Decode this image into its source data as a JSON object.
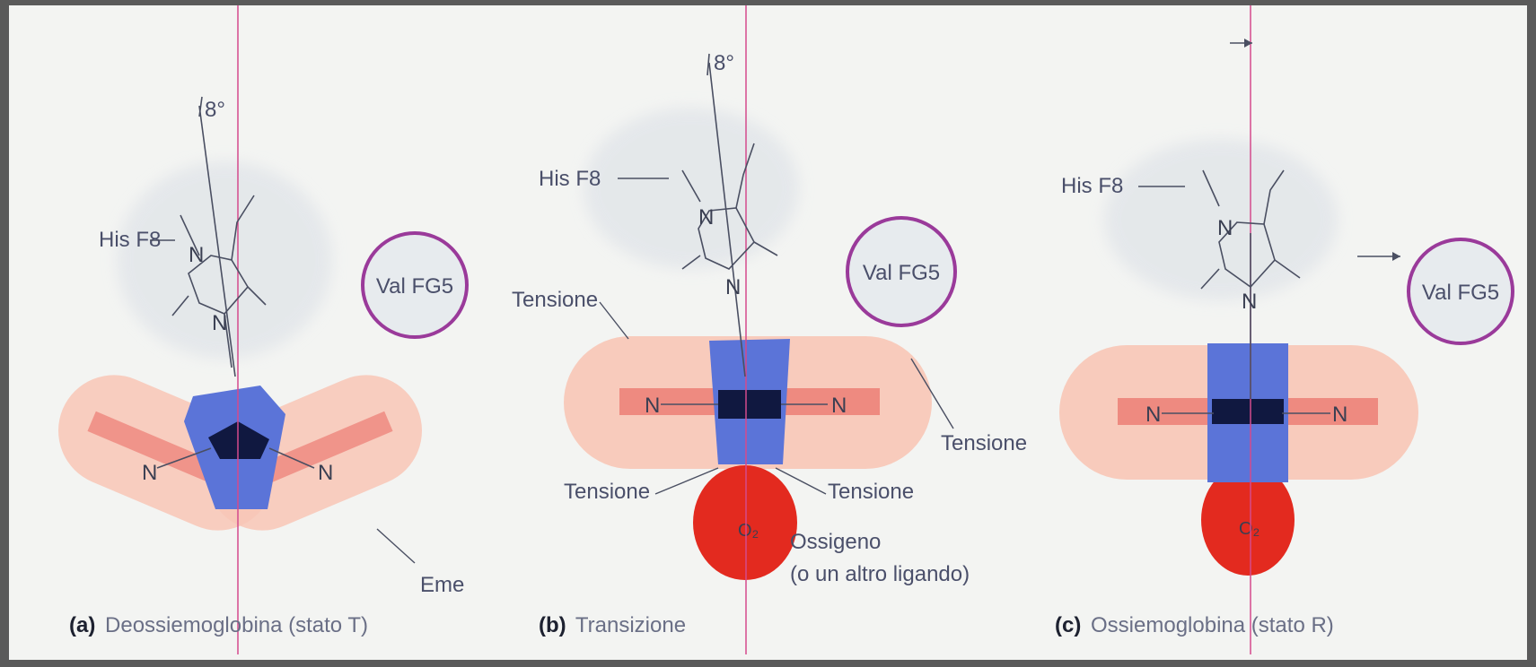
{
  "panels": [
    {
      "letter": "(a)",
      "title": "Deossiemoglobina (stato T)",
      "angle": "8°"
    },
    {
      "letter": "(b)",
      "title": "Transizione",
      "angle": "8°"
    },
    {
      "letter": "(c)",
      "title": "Ossiemoglobina (stato R)"
    }
  ],
  "labels": {
    "his": "His F8",
    "val": "Val FG5",
    "tension": "Tensione",
    "eme": "Eme",
    "oxygen": "Ossigeno",
    "ligand": "(o un altro ligando)"
  },
  "atoms": {
    "n": "N",
    "o2": "O₂"
  },
  "colors": {
    "heme": "#f8c6b6",
    "porphyrin": "#ee8a80",
    "iron_block": "#5b74d8",
    "oxygen": "#e32a1f",
    "axis_line": "#d44a8c",
    "valine_ring": "#9a3a9a"
  }
}
